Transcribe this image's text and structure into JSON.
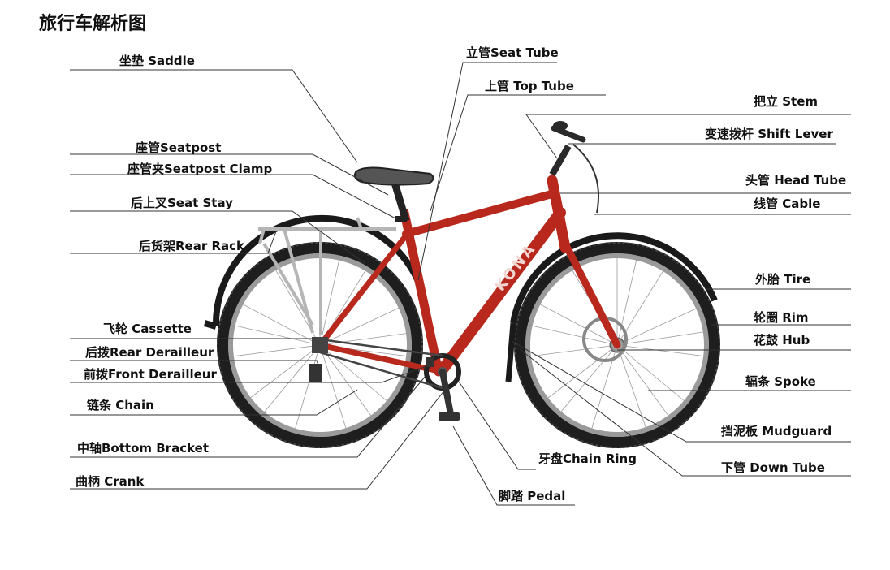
{
  "title": "旅行车解析图",
  "labels": {
    "saddle": "坐垫 Saddle",
    "seatpost": "座管Seatpost",
    "seatpost_clamp": "座管夹Seatpost Clamp",
    "seat_stay": "后上叉Seat Stay",
    "rear_rack": "后货架Rear Rack",
    "cassette": "飞轮 Cassette",
    "rear_derailleur": "后拨Rear Derailleur",
    "front_derailleur": "前拨Front Derailleur",
    "chain": "链条 Chain",
    "bottom_bracket": "中轴Bottom Bracket",
    "crank": "曲柄 Crank",
    "seat_tube": "立管Seat Tube",
    "top_tube": "上管 Top Tube",
    "stem": "把立 Stem",
    "shift_lever": "变速拨杆 Shift Lever",
    "head_tube": "头管 Head Tube",
    "cable": "线管 Cable",
    "tire": "外胎 Tire",
    "rim": "轮圈 Rim",
    "hub": "花鼓 Hub",
    "spoke": "辐条 Spoke",
    "mudguard": "挡泥板 Mudguard",
    "down_tube": "下管 Down Tube",
    "chain_ring": "牙盘Chain Ring",
    "pedal": "脚踏 Pedal"
  },
  "frame_brand": "KONA",
  "colors": {
    "frame": "#b8281c",
    "frame_dark": "#7e1a12",
    "tire": "#1e1e1e",
    "rim": "#9a9a9a",
    "rack": "#b5b5b5",
    "line": "#333333",
    "text": "#111111"
  }
}
